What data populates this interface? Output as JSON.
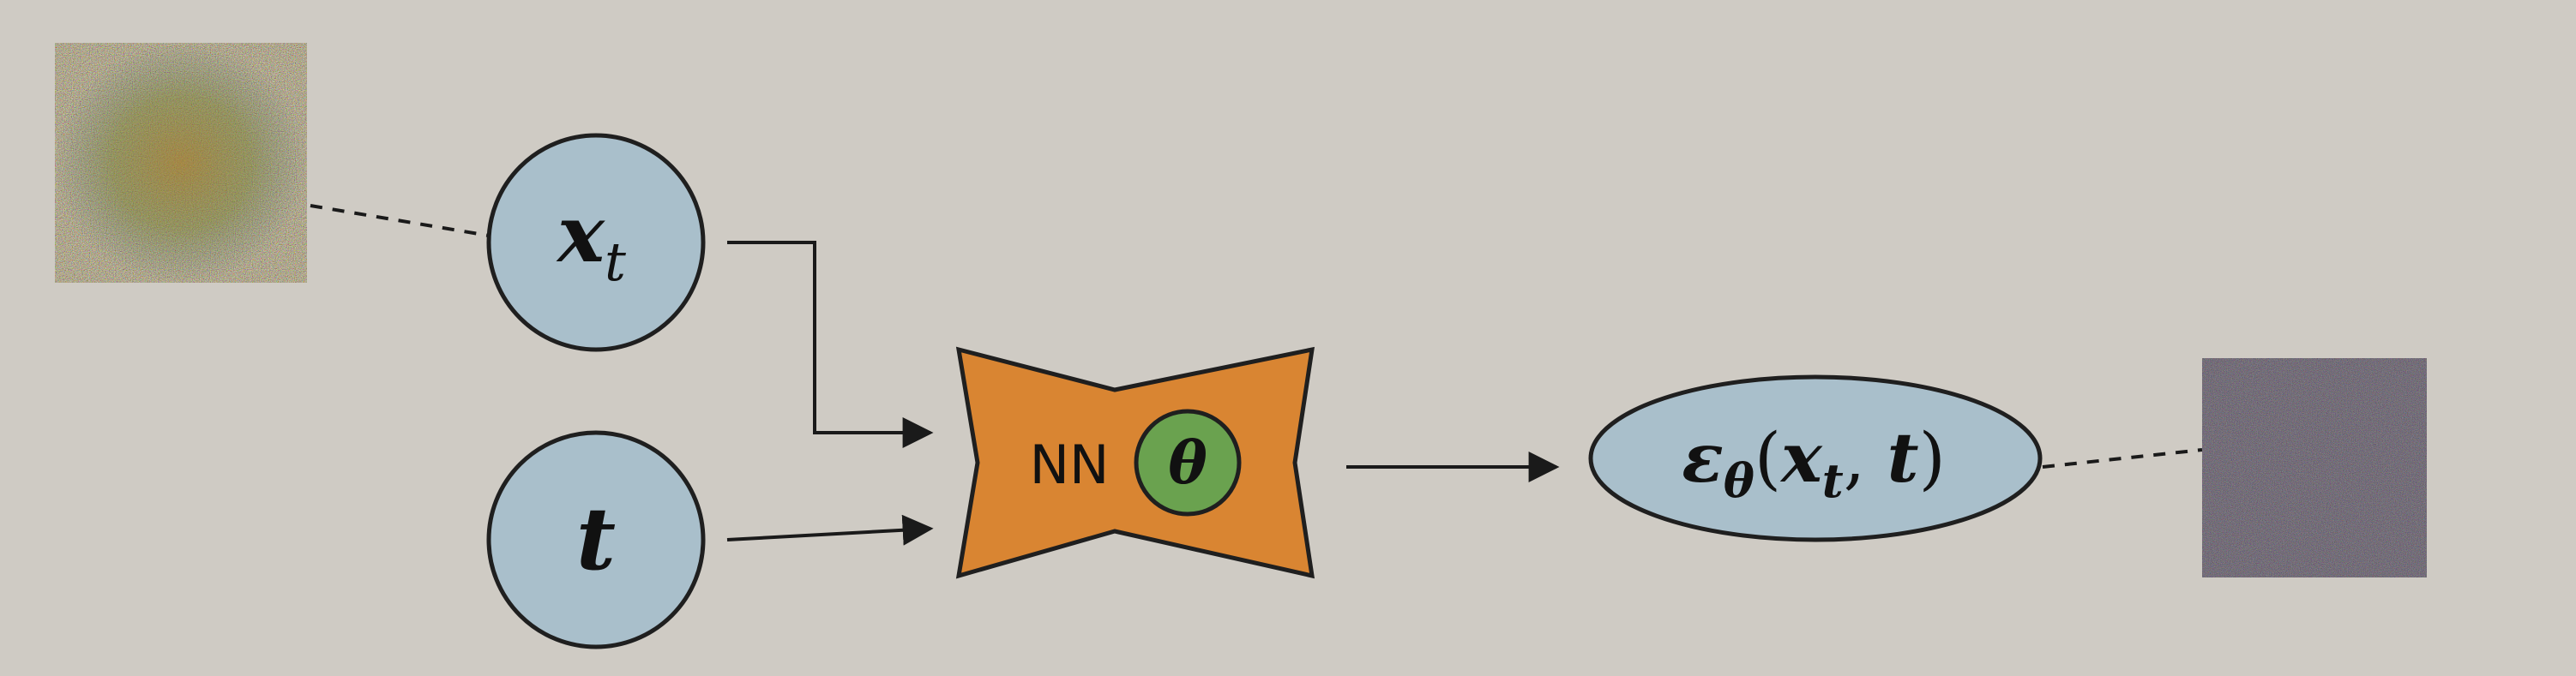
{
  "diagram": {
    "input_image": {
      "description_icon": "noisy-image-icon"
    },
    "nodes": {
      "xt": {
        "symbol": "x",
        "subscript": "t"
      },
      "t": {
        "symbol": "t"
      },
      "network": {
        "label": "NN",
        "param": "θ"
      },
      "output": {
        "epsilon": "ε",
        "epsilon_sub": "θ",
        "open": "(",
        "x": "x",
        "x_sub": "t",
        "comma": ", ",
        "t": "t",
        "close": ")"
      }
    },
    "output_image": {
      "description_icon": "noise-image-icon"
    },
    "colors": {
      "node_fill": "#a9bfcb",
      "node_stroke": "#1f1f1f",
      "network_fill": "#d98532",
      "param_fill": "#6aa24f",
      "background": "#cfcbc4"
    }
  }
}
